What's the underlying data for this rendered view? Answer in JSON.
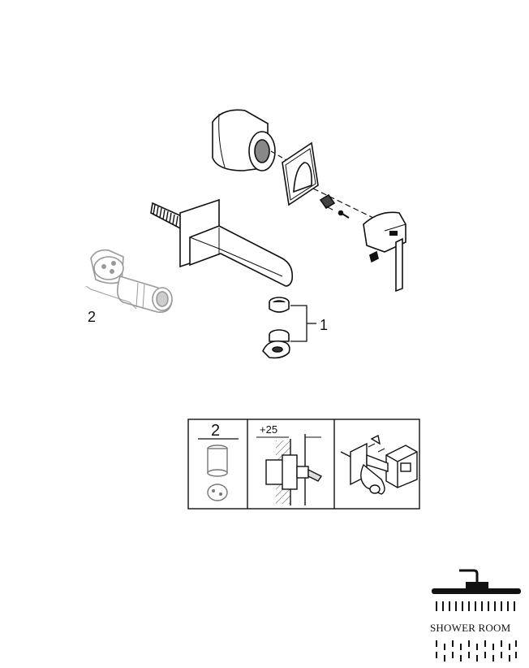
{
  "diagram": {
    "callouts": {
      "spout_set": "1",
      "cartridge_set": "2"
    }
  },
  "install_panel": {
    "cartridge_label": "2",
    "depth_label": "+25"
  },
  "logo": {
    "text": "SHOWER ROOM"
  }
}
